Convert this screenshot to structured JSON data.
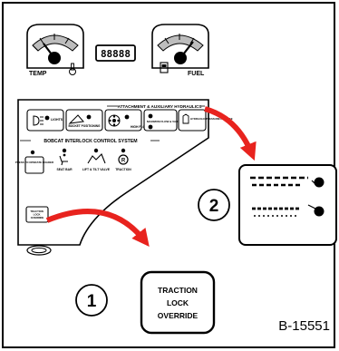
{
  "gauges": {
    "temp_label": "TEMP",
    "fuel_label": "FUEL"
  },
  "hour_meter": {
    "display": "88888"
  },
  "panel": {
    "attachment_header": "ATTACHMENT & AUXILIARY HYDRAULICS",
    "lights_label": "LIGHTS",
    "bucket_label": "BUCKET POSITIONING",
    "high_flow_label": "HIGH FLOW",
    "max_flow_label": "MAXIMUM FLOW & VARIABLE FLOW",
    "pressure_release_label": "HYDRAULIC PRESSURE RELEASE",
    "interlock_header": "BOBCAT INTERLOCK CONTROL SYSTEM",
    "press_to_operate": "PRESS TO OPERATE LOADER",
    "seat_bar_label": "SEAT BAR",
    "lift_tilt_label": "LIFT & TILT VALVE",
    "traction_label": "TRACTION",
    "traction_lock_small": "TRACTION LOCK OVERRIDE"
  },
  "callouts": {
    "callout_1": "1",
    "callout_2": "2",
    "traction_lock_override": [
      "TRACTION",
      "LOCK",
      "OVERRIDE"
    ]
  },
  "figure_id": "B-15551",
  "colors": {
    "arrow": "#e8231e",
    "ink": "#000000",
    "gauge_bg": "#b3b3b3"
  }
}
